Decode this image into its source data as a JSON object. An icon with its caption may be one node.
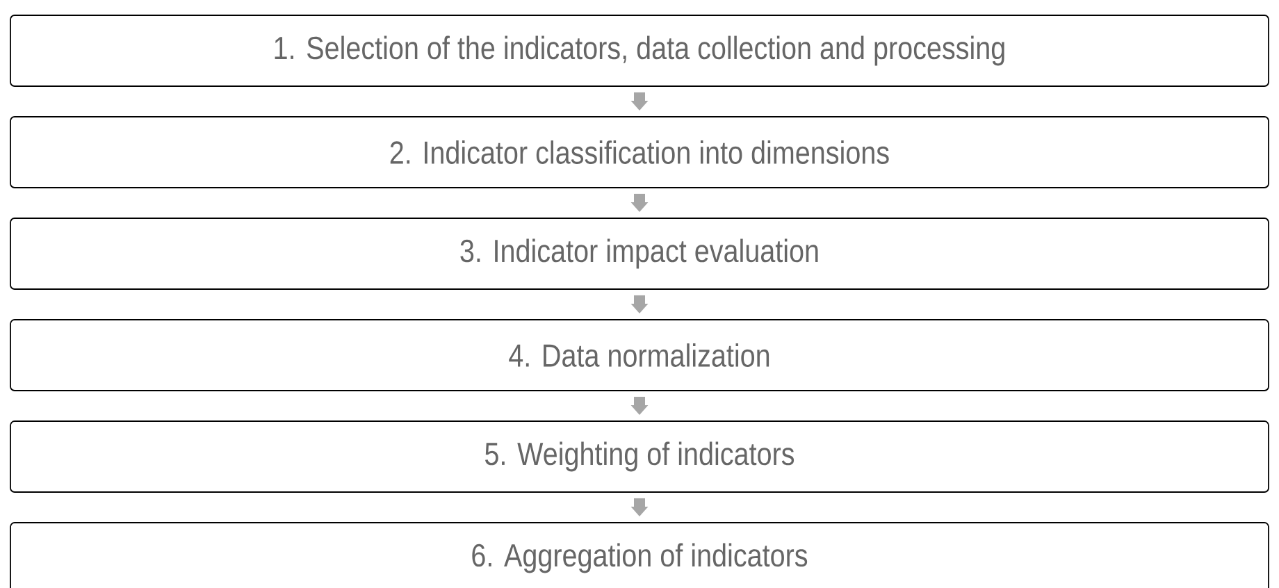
{
  "diagram": {
    "nodes": [
      {
        "text": [
          "1. Selection of the indicators, data collection and processing"
        ]
      },
      {
        "text": [
          "2. Indicator classification into dimensions"
        ]
      },
      {
        "text": [
          "3. Indicator impact evaluation"
        ]
      },
      {
        "text": [
          "4. Data normalization"
        ]
      },
      {
        "text": [
          "5. Weighting of indicators"
        ]
      },
      {
        "text": [
          "6. Aggregation of indicators"
        ]
      }
    ],
    "edges": [
      {
        "from": 0,
        "to": 1,
        "arrow": "to"
      },
      {
        "from": 1,
        "to": 2,
        "arrow": "to"
      },
      {
        "from": 2,
        "to": 3,
        "arrow": "to"
      },
      {
        "from": 3,
        "to": 4,
        "arrow": "to"
      },
      {
        "from": 4,
        "to": 5,
        "arrow": "to"
      }
    ]
  }
}
